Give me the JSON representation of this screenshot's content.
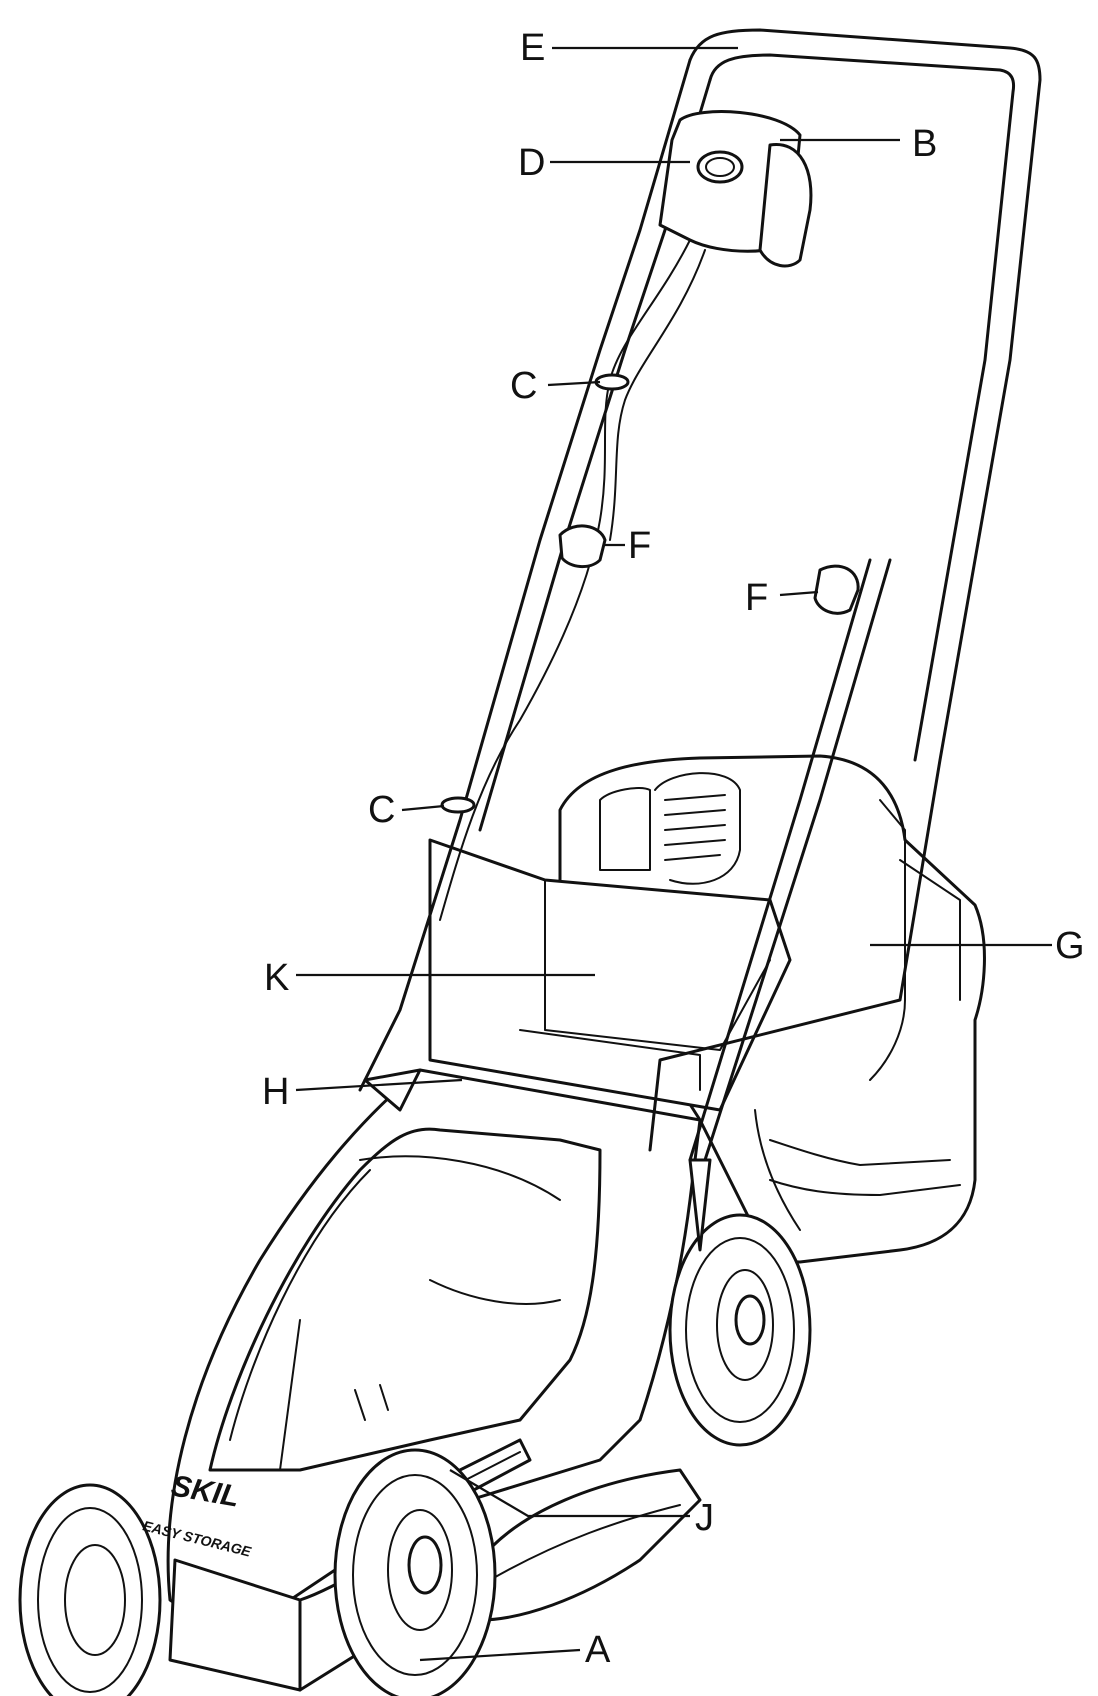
{
  "brand": {
    "logo": "SKIL",
    "tagline": "EASY STORAGE"
  },
  "callouts": {
    "A": "A",
    "B": "B",
    "C": "C",
    "D": "D",
    "E": "E",
    "F": "F",
    "G": "G",
    "H": "H",
    "J": "J",
    "K": "K"
  }
}
